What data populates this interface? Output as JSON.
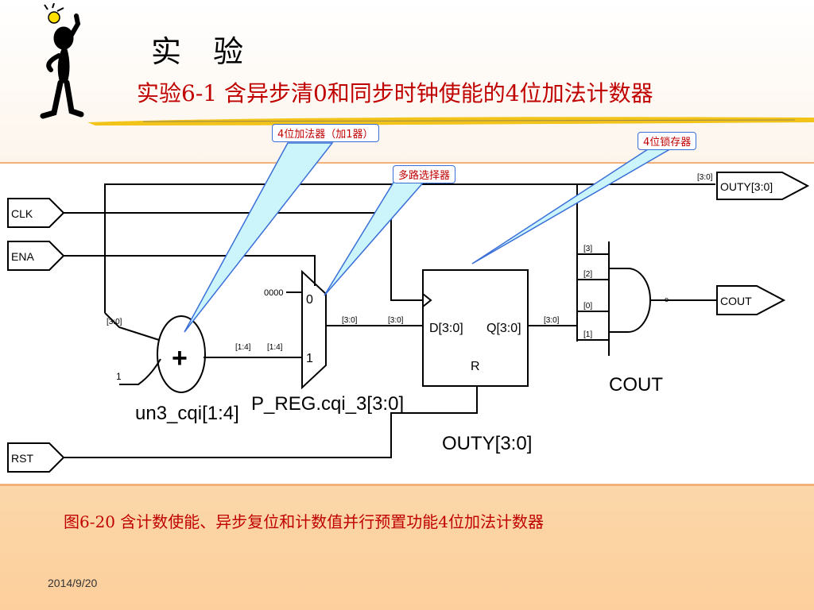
{
  "slide": {
    "title": "实 验",
    "subtitle": "实验6-1 含异步清0和同步时钟使能的4位加法计数器",
    "caption": "图6-20  含计数使能、异步复位和计数值并行预置功能4位加法计数器",
    "date": "2014/9/20"
  },
  "callouts": {
    "adder": "4位加法器（加1器）",
    "latch": "4位锁存器",
    "mux": "多路选择器"
  },
  "ports": {
    "clk": "CLK",
    "ena": "ENA",
    "rst": "RST",
    "outy": "OUTY[3:0]",
    "cout": "COUT"
  },
  "labels": {
    "bus_30": "[3:0]",
    "bus_14": "[1:4]",
    "bit_3": "[3]",
    "bit_2": "[2]",
    "bit_0": "[0]",
    "bit_1": "[1]",
    "const_0000": "0000",
    "const_1": "1",
    "mux_in0": "0",
    "mux_in1": "1",
    "plus": "+",
    "adder_name": "un3_cqi[1:4]",
    "mux_name": "P_REG.cqi_3[3:0]",
    "reg_d": "D[3:0]",
    "reg_q": "Q[3:0]",
    "reg_r": "R",
    "reg_name": "OUTY[3:0]",
    "gate_name": "COUT",
    "small_dot": "o"
  },
  "colors": {
    "accent_red": "#c00000",
    "callout_fill": "#ccf5fb",
    "callout_border": "#3a6fd8",
    "footer": "#fdd3a3"
  }
}
